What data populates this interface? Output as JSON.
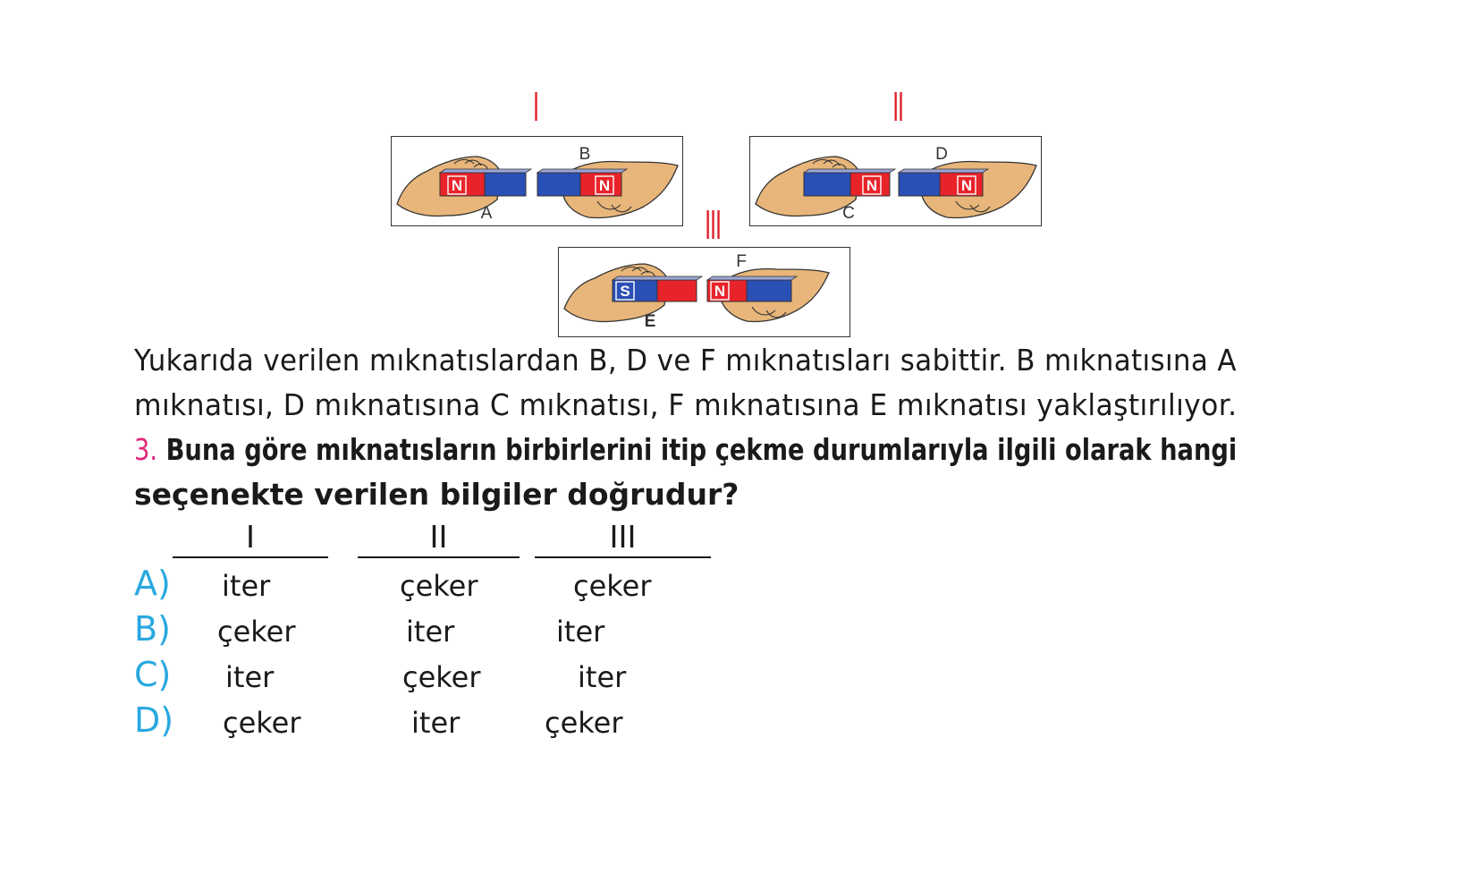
{
  "figures": [
    {
      "roman": "I",
      "top_letter": "B",
      "bottom_letter": "A",
      "left_magnet": {
        "pole": "N",
        "order": [
          "red",
          "blue"
        ]
      },
      "right_magnet": {
        "pole": "N",
        "order": [
          "blue",
          "red"
        ]
      }
    },
    {
      "roman": "II",
      "top_letter": "D",
      "bottom_letter": "C",
      "left_magnet": {
        "pole": "N",
        "order": [
          "blue",
          "red"
        ]
      },
      "right_magnet": {
        "pole": "N",
        "order": [
          "blue",
          "red"
        ]
      }
    },
    {
      "roman": "III",
      "top_letter": "F",
      "bottom_letter": "E",
      "left_magnet": {
        "pole": "S",
        "order": [
          "blue",
          "red"
        ]
      },
      "right_magnet": {
        "pole": "N",
        "order": [
          "red",
          "blue"
        ]
      }
    }
  ],
  "colors": {
    "roman": "#e0202a",
    "question_number": "#e0287a",
    "option_letter": "#29a8e0",
    "magnet_red": "#e8232a",
    "magnet_blue": "#2a4fb5",
    "hand": "#e8b67a"
  },
  "description": {
    "line1": "Yukarıda verilen mıknatıslardan B, D ve F mıknatısları sabittir. B mıknatısına A",
    "line2": "mıknatısı, D mıknatısına C mıknatısı, F mıknatısına E mıknatısı yaklaştırılıyor."
  },
  "question": {
    "number": "3.",
    "line1": "Buna göre mıknatısların birbirlerini itip çekme durumlarıyla ilgili olarak hangi",
    "line2": "seçenekte verilen bilgiler doğrudur?"
  },
  "table": {
    "headers": [
      "I",
      "II",
      "III"
    ],
    "options": [
      {
        "letter": "A)",
        "values": [
          "iter",
          "çeker",
          "çeker"
        ]
      },
      {
        "letter": "B)",
        "values": [
          "çeker",
          "iter",
          "iter"
        ]
      },
      {
        "letter": "C)",
        "values": [
          "iter",
          "çeker",
          "iter"
        ]
      },
      {
        "letter": "D)",
        "values": [
          "çeker",
          "iter",
          "çeker"
        ]
      }
    ]
  }
}
